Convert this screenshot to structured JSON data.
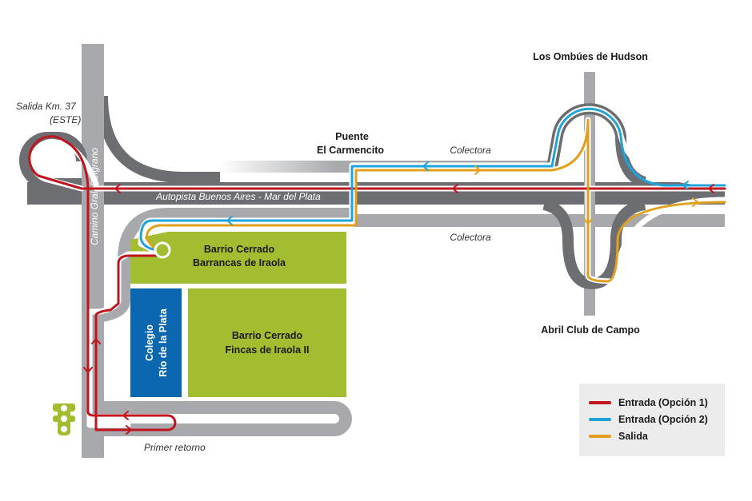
{
  "places": {
    "salida_km": "Salida Km. 37",
    "salida_km_dir": "(ESTE)",
    "puente_line1": "Puente",
    "puente_line2": "El Carmencito",
    "los_ombues": "Los Ombúes de Hudson",
    "abril": "Abril Club de Campo"
  },
  "roads": {
    "autopista": "Autopista Buenos Aires - Mar del Plata",
    "colectora_north": "Colectora",
    "colectora_south": "Colectora",
    "camino": "Camino Gral. Belgrano",
    "primer_retorno": "Primer retorno"
  },
  "areas": {
    "barrancas_line1": "Barrio Cerrado",
    "barrancas_line2": "Barrancas de Iraola",
    "fincas_line1": "Barrio Cerrado",
    "fincas_line2": "Fincas de Iraola II",
    "colegio_line1": "Colegio",
    "colegio_line2": "Río de la Plata"
  },
  "legend": {
    "items": [
      {
        "label": "Entrada (Opción 1)",
        "color": "#c0141f"
      },
      {
        "label": "Entrada (Opción 2)",
        "color": "#1fa3dc"
      },
      {
        "label": "Salida",
        "color": "#e0a01e"
      }
    ]
  },
  "colors": {
    "road": "#6d6e71",
    "road_light": "#a7a9ac",
    "green_area": "#a3bd31",
    "school": "#0a67b0",
    "legend_bg": "#ececec",
    "traffic_light": "#a3bd31"
  }
}
